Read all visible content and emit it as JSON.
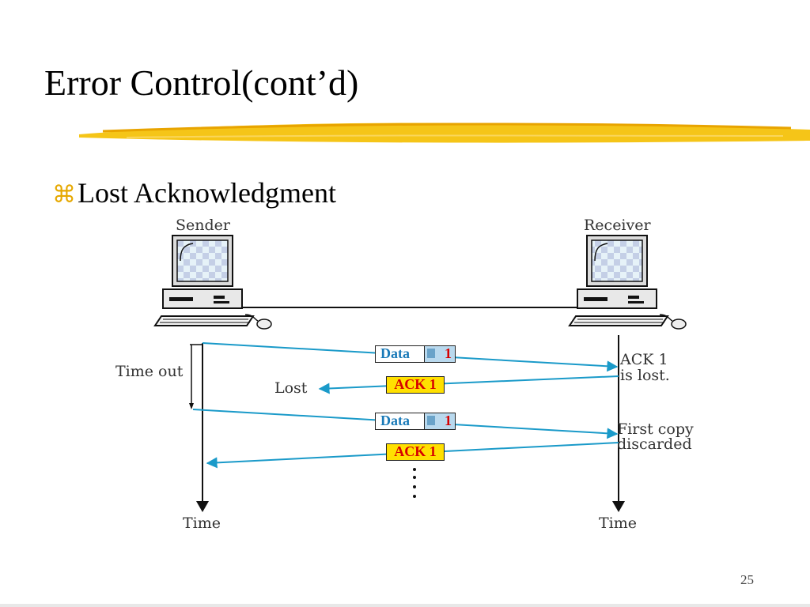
{
  "slide": {
    "title": "Error Control(cont’d)",
    "bullet_symbol": "⌘",
    "bullet": "Lost Acknowledgment",
    "page_number": "25"
  },
  "diagram": {
    "sender_label": "Sender",
    "receiver_label": "Receiver",
    "timeout_label": "Time out",
    "lost_label": "Lost",
    "ack_lost_note": [
      "ACK 1",
      "is lost."
    ],
    "discard_note": [
      "First copy",
      "discarded"
    ],
    "time_label_left": "Time",
    "time_label_right": "Time",
    "frames": [
      {
        "kind": "data",
        "text": "Data",
        "seq": "1"
      },
      {
        "kind": "ack",
        "text": "ACK 1"
      },
      {
        "kind": "data",
        "text": "Data",
        "seq": "1"
      },
      {
        "kind": "ack",
        "text": "ACK 1"
      }
    ],
    "colors": {
      "arrow": "#1a9ac9",
      "ack_fill": "#ffe000",
      "ack_text": "#d60000",
      "data_text": "#1a7ab8",
      "bullet": "#e6a800"
    }
  }
}
